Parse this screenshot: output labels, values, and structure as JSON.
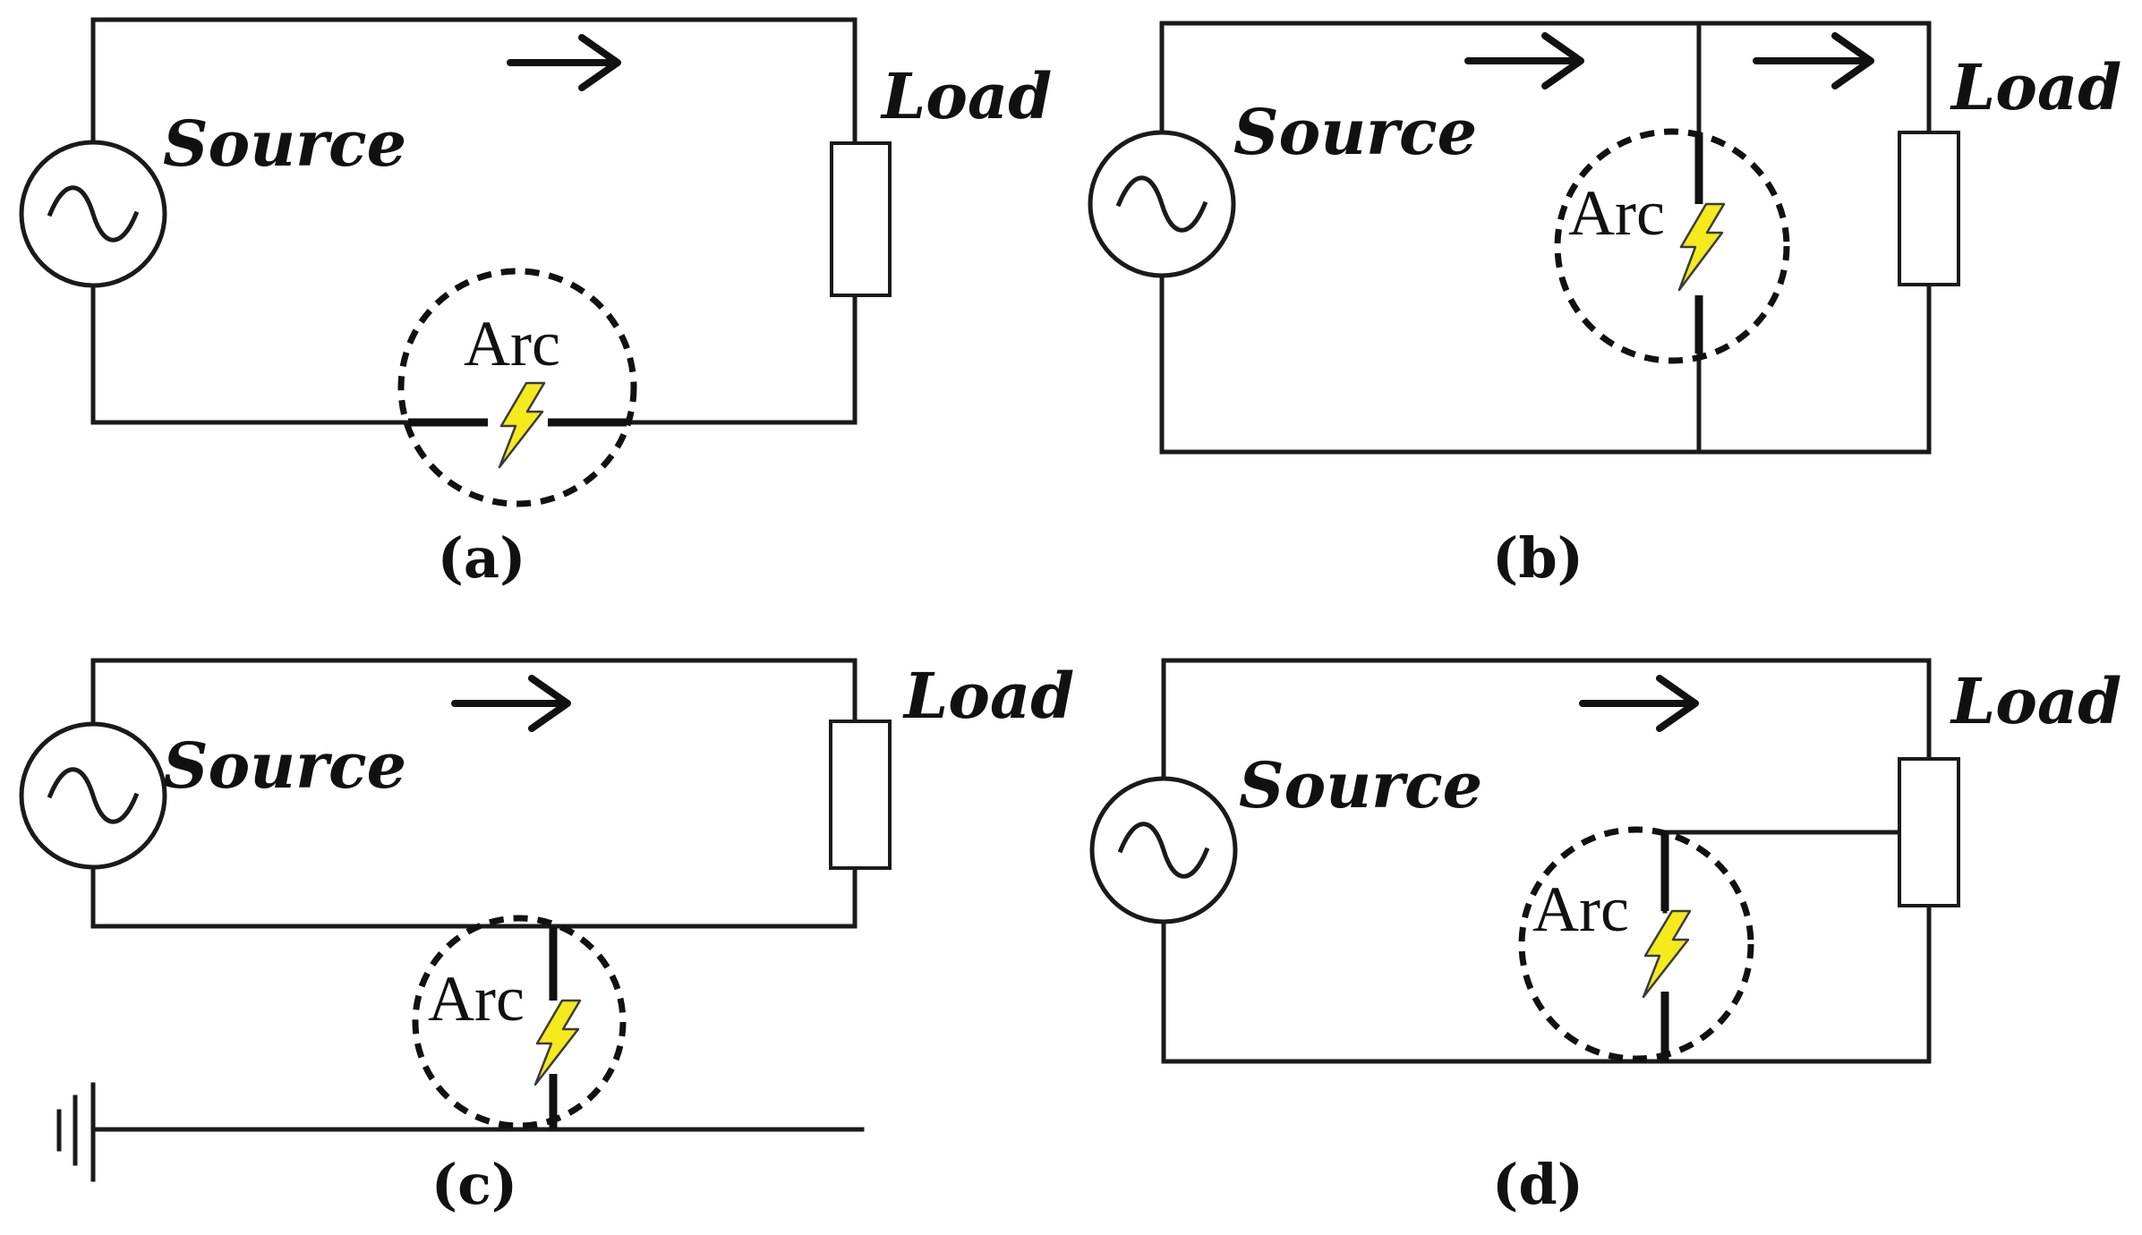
{
  "labels": {
    "source": "Source",
    "load": "Load",
    "arc": "Arc"
  },
  "panels": [
    {
      "id": "a",
      "caption": "(a)"
    },
    {
      "id": "b",
      "caption": "(b)"
    },
    {
      "id": "c",
      "caption": "(c)"
    },
    {
      "id": "d",
      "caption": "(d)"
    }
  ],
  "colors": {
    "line": "#1a1a1a",
    "spark": "#f4ea1c",
    "background": "#ffffff"
  },
  "icons": [
    "ac-source-icon",
    "resistor-load-icon",
    "arc-spark-icon",
    "ground-icon",
    "current-arrow-icon"
  ]
}
